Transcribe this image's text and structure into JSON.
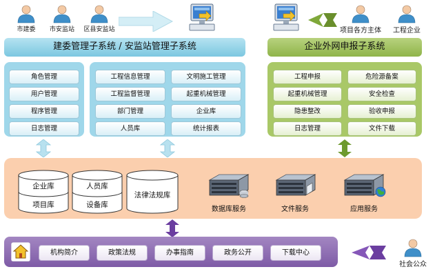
{
  "users_left": [
    "市建委",
    "市安监站",
    "区县安监站"
  ],
  "users_right": [
    "项目各方主体",
    "工程企业"
  ],
  "public_user": "社会公众",
  "left_system": {
    "title": "建委管理子系统 / 安监站管理子系统",
    "col1": [
      "角色管理",
      "用户管理",
      "程序管理",
      "日志管理"
    ],
    "col2": [
      "工程信息管理",
      "工程监督管理",
      "部门管理",
      "人员库"
    ],
    "col3": [
      "文明施工管理",
      "起重机械管理",
      "企业库",
      "统计报表"
    ]
  },
  "right_system": {
    "title": "企业外网申报子系统",
    "col1": [
      "工程申报",
      "起重机械管理",
      "隐患整改",
      "日志管理"
    ],
    "col2": [
      "危险源备案",
      "安全检查",
      "验收申报",
      "文件下载"
    ]
  },
  "databases": [
    {
      "top": "企业库",
      "bottom": "项目库"
    },
    {
      "top": "人员库",
      "bottom": "设备库"
    },
    {
      "top": "法律法规库",
      "bottom": ""
    }
  ],
  "services": [
    "数据库服务",
    "文件服务",
    "应用服务"
  ],
  "portal": [
    "机构简介",
    "政策法规",
    "办事指南",
    "政务公开",
    "下载中心"
  ],
  "colors": {
    "blue_banner": "#8ed0e6",
    "blue_panel": "#9fd7ea",
    "green_banner": "#9fbe5a",
    "green_panel": "#a9c867",
    "orange_panel": "#fbcfae",
    "purple_panel": "#8f6db0",
    "purple_arrow": "#6b3ea0",
    "green_arrow": "#6a8f2c"
  }
}
